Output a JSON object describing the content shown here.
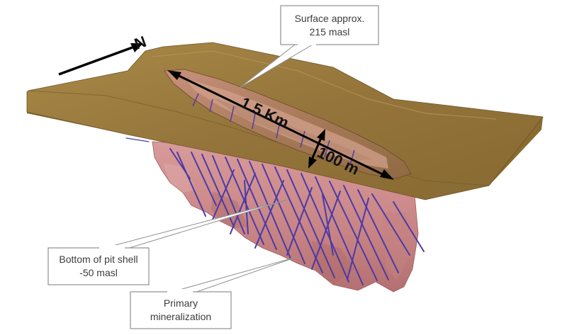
{
  "north_label": "N",
  "dimensions": {
    "length": "1.5 Km",
    "depth": "100 m"
  },
  "callouts": {
    "surface": {
      "line1": "Surface approx.",
      "line2": "215 masl"
    },
    "pit_bottom": {
      "line1": "Bottom of pit shell",
      "line2": "-50 masl"
    },
    "mineralization": {
      "line1": "Primary",
      "line2": "mineralization"
    }
  },
  "colors": {
    "surface_top": "#9a7a3c",
    "surface_side": "#8a6a30",
    "orebody": "#cf8e8e",
    "orebody_shadow": "#a86464",
    "drillholes": "#4a3aa8",
    "callout_border": "#909090"
  }
}
